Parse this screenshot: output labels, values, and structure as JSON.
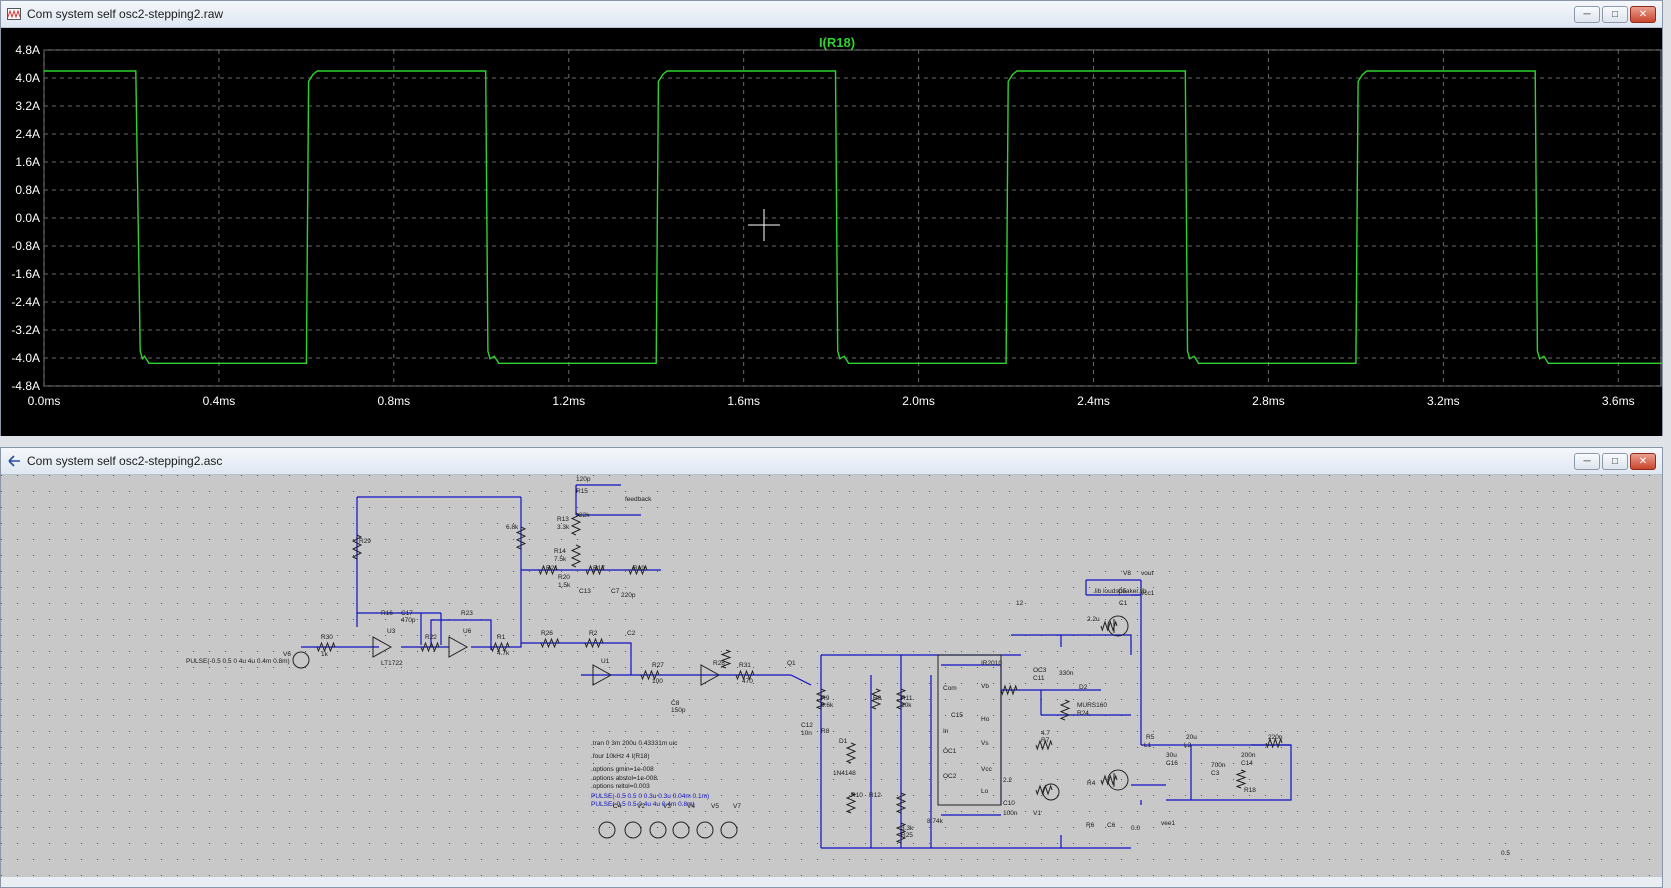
{
  "waveform_window": {
    "title": "Com system self osc2-stepping2.raw",
    "controls": [
      "minimize",
      "maximize",
      "close"
    ]
  },
  "schematic_window": {
    "title": "Com system self osc2-stepping2.asc",
    "controls": [
      "minimize",
      "maximize",
      "close"
    ]
  },
  "colors": {
    "plot_bg": "#000000",
    "trace": "#2fd22f",
    "grid": "#6a6a6a",
    "axis_text": "#ffffff",
    "wire": "#1010c0",
    "schematic_bg": "#c8c8c8",
    "component": "#222222"
  },
  "chart_data": {
    "type": "line",
    "title": "I(R18)",
    "xlabel": "",
    "ylabel": "",
    "xlim": [
      0,
      3.7
    ],
    "ylim": [
      -4.8,
      4.8
    ],
    "x_unit": "ms",
    "y_unit": "A",
    "xticks": [
      "0.0ms",
      "0.4ms",
      "0.8ms",
      "1.2ms",
      "1.6ms",
      "2.0ms",
      "2.4ms",
      "2.8ms",
      "3.2ms",
      "3.6ms"
    ],
    "yticks": [
      "4.8A",
      "4.0A",
      "3.2A",
      "2.4A",
      "1.6A",
      "0.8A",
      "0.0A",
      "-0.8A",
      "-1.6A",
      "-2.4A",
      "-3.2A",
      "-4.0A",
      "-4.8A"
    ],
    "grid": true,
    "series": [
      {
        "name": "I(R18)",
        "x": [
          0,
          0.21,
          0.22,
          0.225,
          0.23,
          0.24,
          0.25,
          0.6,
          0.605,
          0.615,
          0.625,
          0.64,
          1.01,
          1.015,
          1.02,
          1.03,
          1.04,
          1.05,
          1.4,
          1.405,
          1.415,
          1.425,
          1.44,
          1.81,
          1.815,
          1.82,
          1.83,
          1.84,
          1.85,
          2.2,
          2.205,
          2.215,
          2.225,
          2.24,
          2.61,
          2.615,
          2.62,
          2.63,
          2.64,
          2.65,
          3.0,
          3.005,
          3.015,
          3.025,
          3.04,
          3.41,
          3.415,
          3.42,
          3.43,
          3.44,
          3.45,
          3.7
        ],
        "y": [
          4.2,
          4.2,
          -3.8,
          -4.02,
          -3.95,
          -4.15,
          -4.15,
          -4.15,
          3.9,
          4.1,
          4.2,
          4.2,
          4.2,
          -3.8,
          -4.02,
          -3.95,
          -4.15,
          -4.15,
          -4.15,
          3.9,
          4.1,
          4.2,
          4.2,
          4.2,
          -3.8,
          -4.02,
          -3.95,
          -4.15,
          -4.15,
          -4.15,
          3.9,
          4.1,
          4.2,
          4.2,
          4.2,
          -3.8,
          -4.02,
          -3.95,
          -4.15,
          -4.15,
          -4.15,
          3.9,
          4.1,
          4.2,
          4.2,
          4.2,
          -3.8,
          -4.02,
          -3.95,
          -4.15,
          -4.15,
          -4.15
        ]
      }
    ]
  },
  "schematic": {
    "labels": [
      {
        "text": "R29"
      },
      {
        "text": "6.8k"
      },
      {
        "text": "R13"
      },
      {
        "text": "3.3k"
      },
      {
        "text": "R14"
      },
      {
        "text": "7.5k"
      },
      {
        "text": "R15"
      },
      {
        "text": "22k"
      },
      {
        "text": "R20"
      },
      {
        "text": "1.5k"
      },
      {
        "text": "R21"
      },
      {
        "text": "R17"
      },
      {
        "text": "R19"
      },
      {
        "text": "C13"
      },
      {
        "text": "C7"
      },
      {
        "text": "220p"
      },
      {
        "text": "120p"
      },
      {
        "text": "feedback"
      },
      {
        "text": "R16"
      },
      {
        "text": "C17"
      },
      {
        "text": "470p"
      },
      {
        "text": "R23"
      },
      {
        "text": "U3"
      },
      {
        "text": "U6"
      },
      {
        "text": "LT1722"
      },
      {
        "text": "R30"
      },
      {
        "text": "1k"
      },
      {
        "text": "R22"
      },
      {
        "text": "R1"
      },
      {
        "text": "4.7k"
      },
      {
        "text": "R26"
      },
      {
        "text": "R2"
      },
      {
        "text": "C2"
      },
      {
        "text": "U1"
      },
      {
        "text": "R27"
      },
      {
        "text": "100"
      },
      {
        "text": "C8"
      },
      {
        "text": "150p"
      },
      {
        "text": "R28"
      },
      {
        "text": "R31"
      },
      {
        "text": "470"
      },
      {
        "text": "Q1"
      },
      {
        "text": "PULSE(-0.5 0.5 0 4u 4u 0.4m 0.8m)"
      },
      {
        "text": "V6"
      },
      {
        "text": ".tran 0 3m 200u 0.43331m uic"
      },
      {
        "text": ".four 10kHz 4 I(R18)"
      },
      {
        "text": ".options gmin=1e-008"
      },
      {
        "text": ".options abstol=1e-008"
      },
      {
        "text": ".options reltol=0.003"
      },
      {
        "text": "PULSE(-0.5 0.5 0 0.3u 0.3u 0.04m 0.1m)"
      },
      {
        "text": "PULSE(-0.5 0.5 0 4u 4u 0.4m 0.8m)"
      },
      {
        "text": "R9"
      },
      {
        "text": "5.6k"
      },
      {
        "text": "R3"
      },
      {
        "text": "R11"
      },
      {
        "text": "10k"
      },
      {
        "text": "C12"
      },
      {
        "text": "10n"
      },
      {
        "text": "R8"
      },
      {
        "text": "D1"
      },
      {
        "text": "1N4148"
      },
      {
        "text": "R10"
      },
      {
        "text": "R12"
      },
      {
        "text": "3.3k"
      },
      {
        "text": "R25"
      },
      {
        "text": "8.74k"
      },
      {
        "text": "C15"
      },
      {
        "text": "IR2010"
      },
      {
        "text": "Vb"
      },
      {
        "text": "Ho"
      },
      {
        "text": "Vs"
      },
      {
        "text": "Vcc"
      },
      {
        "text": "Lo"
      },
      {
        "text": "Com"
      },
      {
        "text": "In"
      },
      {
        "text": "OC1"
      },
      {
        "text": "OC2"
      },
      {
        "text": "OC3"
      },
      {
        "text": "C11"
      },
      {
        "text": "330n"
      },
      {
        "text": "D2"
      },
      {
        "text": "MURS160"
      },
      {
        "text": "R24"
      },
      {
        "text": "4.7"
      },
      {
        "text": "R7"
      },
      {
        "text": "2.2"
      },
      {
        "text": "C10"
      },
      {
        "text": "100n"
      },
      {
        "text": "V1"
      },
      {
        "text": "12"
      },
      {
        "text": ".lib loudspeaker.lib"
      },
      {
        "text": "C5"
      },
      {
        "text": "C1"
      },
      {
        "text": "2.2u"
      },
      {
        "text": "R4"
      },
      {
        "text": "R5"
      },
      {
        "text": "L1"
      },
      {
        "text": "20u"
      },
      {
        "text": "L2"
      },
      {
        "text": "30u"
      },
      {
        "text": "C16"
      },
      {
        "text": "700n"
      },
      {
        "text": "C3"
      },
      {
        "text": "200n"
      },
      {
        "text": "C14"
      },
      {
        "text": "220n"
      },
      {
        "text": "R18"
      },
      {
        "text": "R6"
      },
      {
        "text": "C6"
      },
      {
        "text": "C4"
      },
      {
        "text": "V2"
      },
      {
        "text": "V3"
      },
      {
        "text": "V4"
      },
      {
        "text": "V5"
      },
      {
        "text": "V7"
      },
      {
        "text": "V8"
      },
      {
        "text": "vout"
      },
      {
        "text": "vcc1"
      },
      {
        "text": "vee1"
      },
      {
        "text": "0.0"
      },
      {
        "text": "0.5"
      }
    ]
  }
}
